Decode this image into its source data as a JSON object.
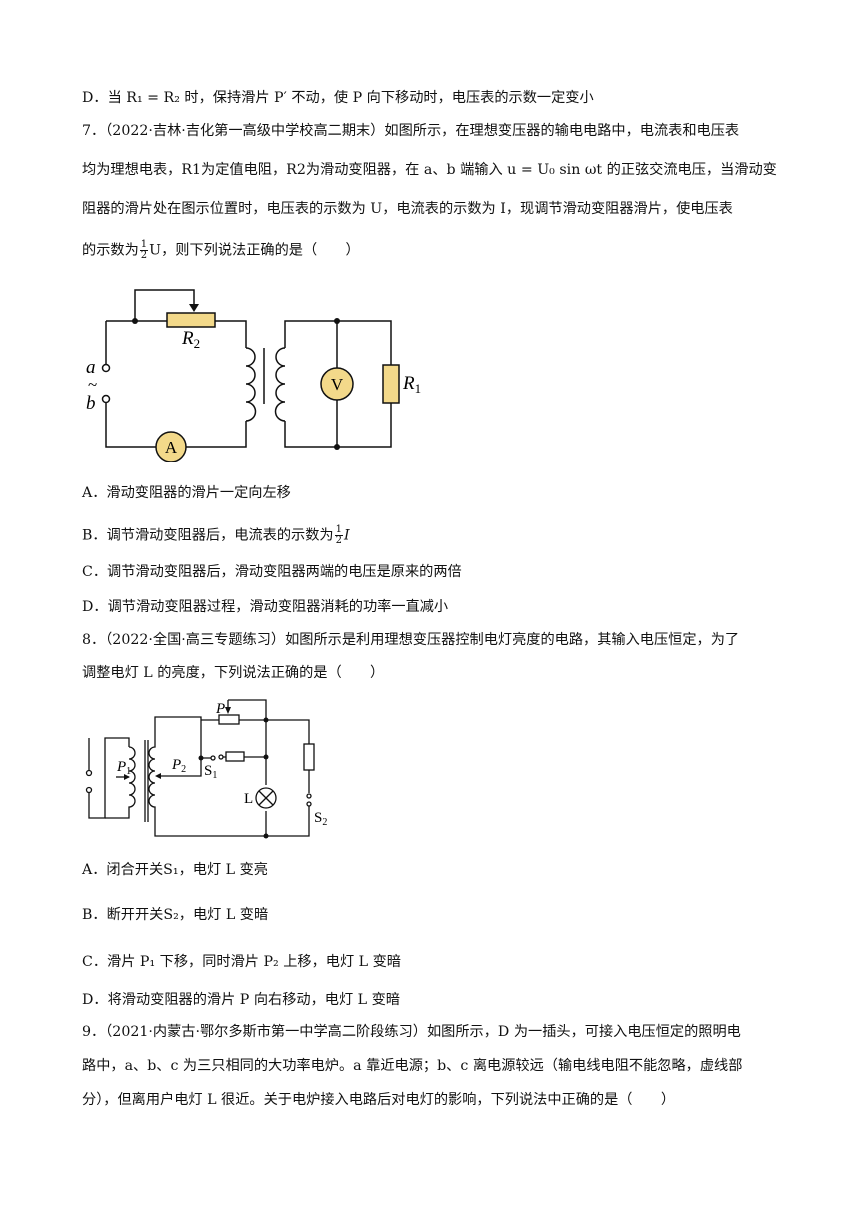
{
  "prev_option_d": "D．当 R₁ = R₂ 时，保持滑片 P′ 不动，使 P 向下移动时，电压表的示数一定变小",
  "q7": {
    "line1": "7．（2022·吉林·吉化第一高级中学校高二期末）如图所示，在理想变压器的输电电路中，电流表和电压表",
    "line2": "均为理想电表，R1为定值电阻，R2为滑动变阻器，在 a、b 端输入 u = U₀ sin ωt 的正弦交流电压，当滑动变",
    "line3": "阻器的滑片处在图示位置时，电压表的示数为 U，电流表的示数为 I，现调节滑动变阻器滑片，使电压表",
    "line4_pre": "的示数为",
    "line4_frac_num": "1",
    "line4_frac_den": "2",
    "line4_post": "U，则下列说法正确的是（　　）",
    "figure": {
      "label_R2": "R",
      "label_R2_sub": "2",
      "label_R1": "R",
      "label_R1_sub": "1",
      "label_a": "a",
      "label_b": "b",
      "label_tilde": "~",
      "label_V": "V",
      "label_A": "A"
    },
    "options": {
      "A": "A．滑动变阻器的滑片一定向左移",
      "B_pre": "B．调节滑动变阻器后，电流表的示数为",
      "B_frac_num": "1",
      "B_frac_den": "2",
      "B_post": "I",
      "C": "C．调节滑动变阻器后，滑动变阻器两端的电压是原来的两倍",
      "D": "D．调节滑动变阻器过程，滑动变阻器消耗的功率一直减小"
    }
  },
  "q8": {
    "line1": "8．（2022·全国·高三专题练习）如图所示是利用理想变压器控制电灯亮度的电路，其输入电压恒定，为了",
    "line2": "调整电灯 L 的亮度，下列说法正确的是（　　）",
    "figure": {
      "label_P": "P",
      "label_P1": "P",
      "label_P1_sub": "1",
      "label_P2": "P",
      "label_P2_sub": "2",
      "label_S1": "S",
      "label_S1_sub": "1",
      "label_S2": "S",
      "label_S2_sub": "2",
      "label_L": "L"
    },
    "options": {
      "A": "A．闭合开关S₁，电灯 L 变亮",
      "B": "B．断开开关S₂，电灯 L 变暗",
      "C": "C．滑片 P₁ 下移，同时滑片 P₂ 上移，电灯 L 变暗",
      "D": "D．将滑动变阻器的滑片 P 向右移动，电灯 L 变暗"
    }
  },
  "q9": {
    "line1": "9．（2021·内蒙古·鄂尔多斯市第一中学高二阶段练习）如图所示，D 为一插头，可接入电压恒定的照明电",
    "line2": "路中，a、b、c 为三只相同的大功率电炉。a 靠近电源；b、c 离电源较远（输电线电阻不能忽略，虚线部",
    "line3": "分），但离用户电灯 L 很近。关于电炉接入电路后对电灯的影响，下列说法中正确的是（　　）"
  }
}
